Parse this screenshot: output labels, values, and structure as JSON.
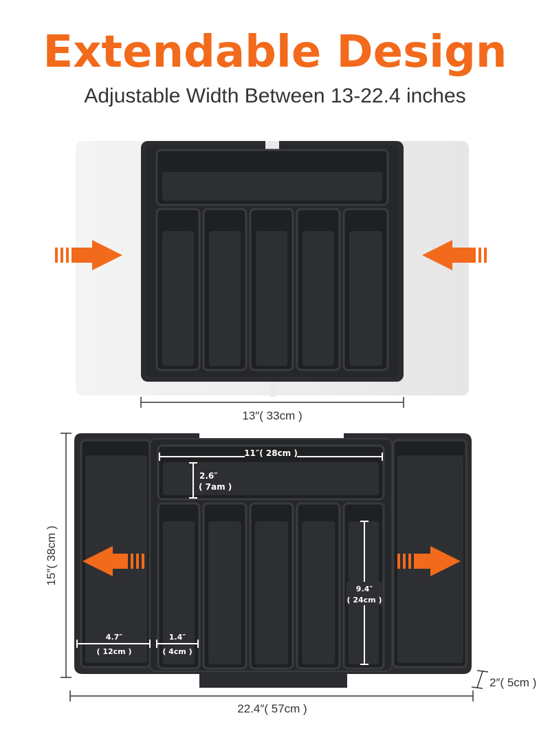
{
  "header": {
    "title": "Extendable Design",
    "subtitle": "Adjustable Width Between 13-22.4 inches"
  },
  "colors": {
    "accent": "#f26a1b",
    "tray": "#2b2c2f",
    "tray_dark": "#1d1e20",
    "tray_edge": "#3c3d41",
    "ghost": "#ececec",
    "dim_line": "#333333",
    "text": "#333333"
  },
  "top_view": {
    "width_label": "13″( 33cm )",
    "arrow_left_icon": "arrow-right-icon",
    "arrow_right_icon": "arrow-left-icon"
  },
  "bottom_view": {
    "width_label": "22.4″( 57cm )",
    "depth_label": "15″( 38cm )",
    "height_label": "2″( 5cm )",
    "inner_width_label": "11″( 28cm )",
    "top_slot_label_a": "2.6″",
    "top_slot_label_b": "( 7am )",
    "side_slot_label_a": "4.7″",
    "side_slot_label_b": "( 12cm )",
    "narrow_slot_label_a": "1.4″",
    "narrow_slot_label_b": "( 4cm )",
    "slot_length_label_a": "9.4″",
    "slot_length_label_b": "( 24cm )",
    "arrow_left_icon": "arrow-left-icon",
    "arrow_right_icon": "arrow-right-icon"
  }
}
